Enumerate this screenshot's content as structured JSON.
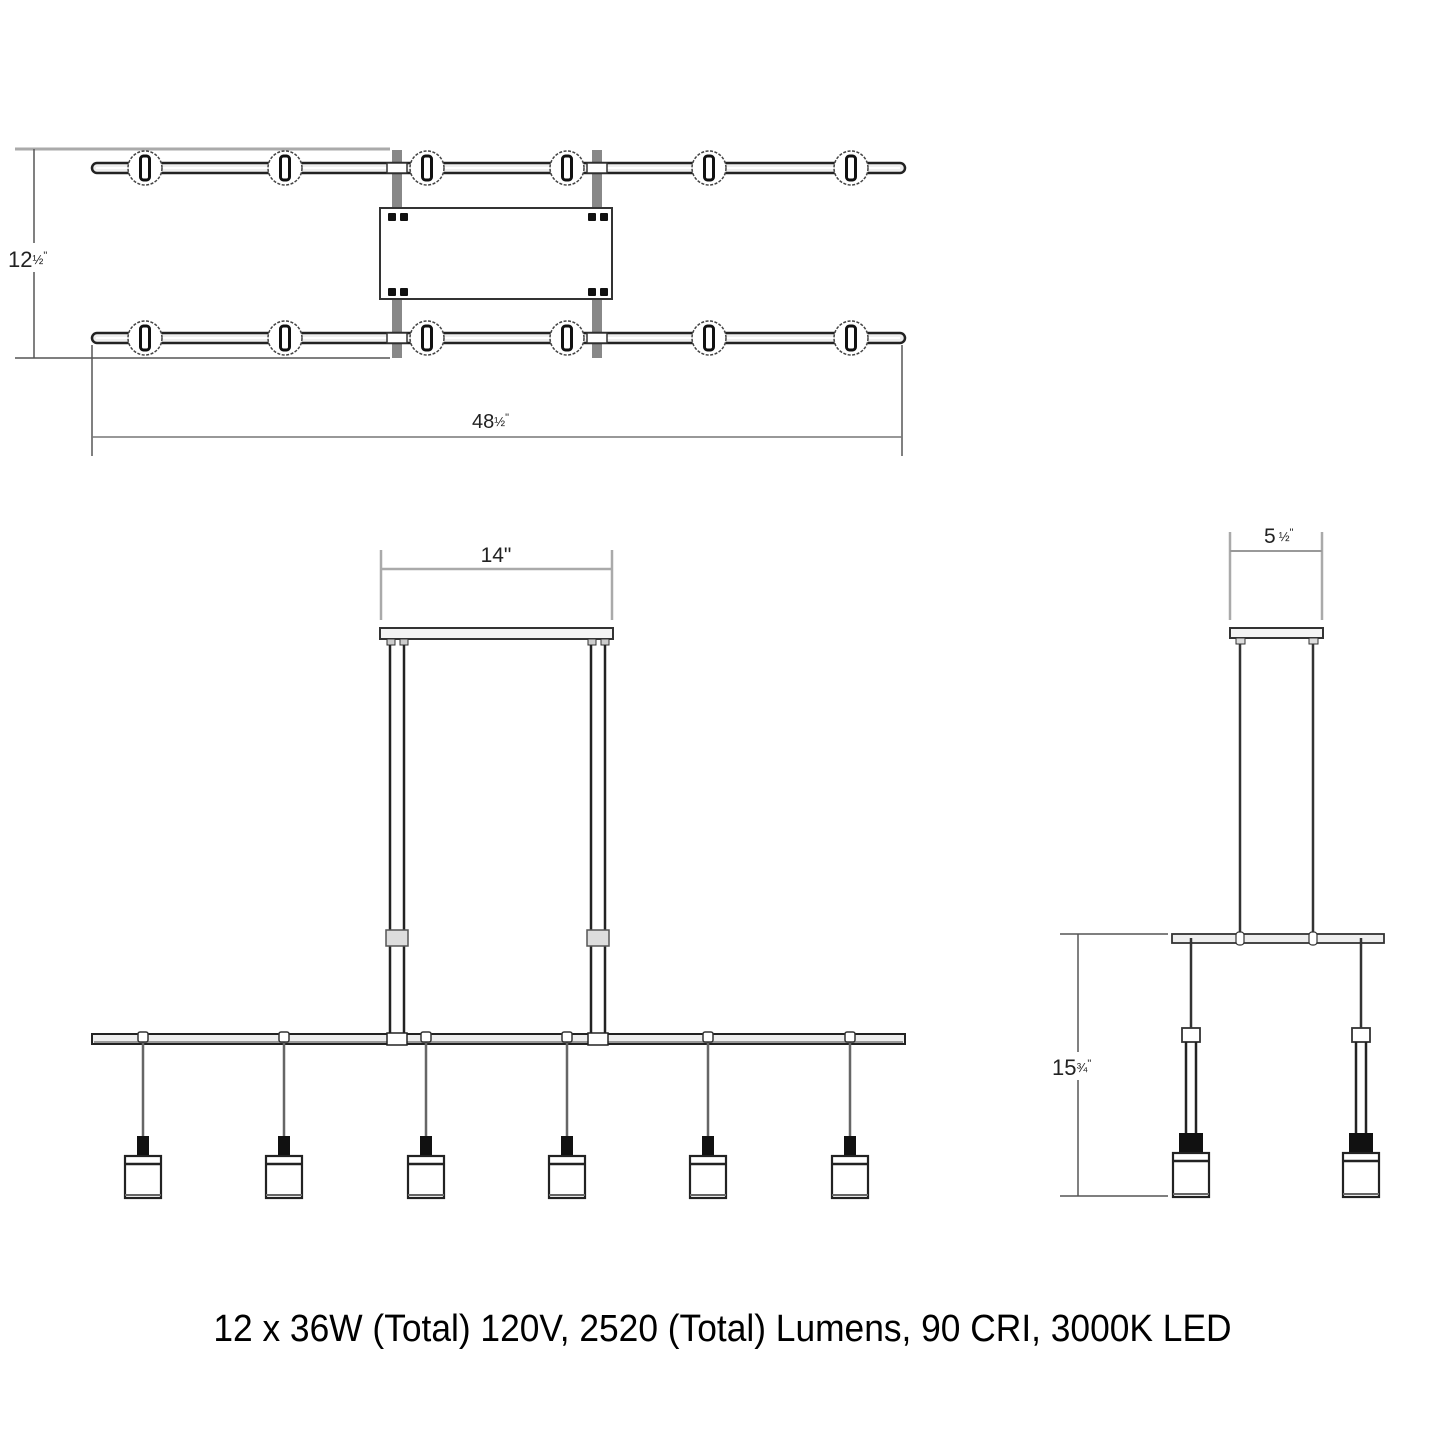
{
  "drawing": {
    "title": "Linear pendant fixture dimension drawing",
    "views": {
      "top_plan": {
        "label_depth": "12½\"",
        "label_depth_whole": "12",
        "label_depth_frac": "½",
        "label_length": "48½\"",
        "label_length_whole": "48",
        "label_length_frac": "½",
        "pendant_count_per_rail": 6,
        "rail_count": 2
      },
      "front_elevation": {
        "label_canopy_width": "14\"",
        "pendant_count": 6
      },
      "side_elevation": {
        "label_canopy_depth": "5½\"",
        "label_canopy_depth_whole": "5",
        "label_canopy_depth_frac": "½",
        "label_drop_height": "15¾\"",
        "label_drop_height_whole": "15",
        "label_drop_height_frac": "¾",
        "pendant_count": 2
      }
    },
    "colors": {
      "line": "#2a2a2a",
      "dimension_line": "#8a8a8a",
      "rail_fill": "#e8e8e8",
      "shade_cap": "#111111"
    }
  },
  "caption": {
    "text": "12 x 36W (Total) 120V, 2520 (Total) Lumens, 90 CRI, 3000K LED"
  }
}
